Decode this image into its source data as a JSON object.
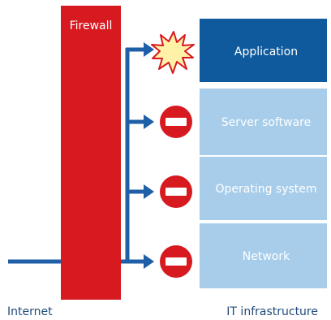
{
  "firewall": {
    "label": "Firewall"
  },
  "layers": [
    {
      "label": "Application",
      "state": "breached"
    },
    {
      "label": "Server software",
      "state": "blocked"
    },
    {
      "label": "Operating system",
      "state": "blocked"
    },
    {
      "label": "Network",
      "state": "blocked"
    }
  ],
  "footer": {
    "left": "Internet",
    "right": "IT infrastructure"
  },
  "colors": {
    "firewall": "#d71920",
    "arrow": "#1f5fa8",
    "active_layer": "#0f5a9c",
    "inactive_layer": "#a7cdea",
    "block_sign": "#d71920",
    "burst_fill": "#fff1a8",
    "burst_stroke": "#d71920"
  },
  "icons": {
    "breached": "starburst-icon",
    "blocked": "no-entry-icon"
  }
}
